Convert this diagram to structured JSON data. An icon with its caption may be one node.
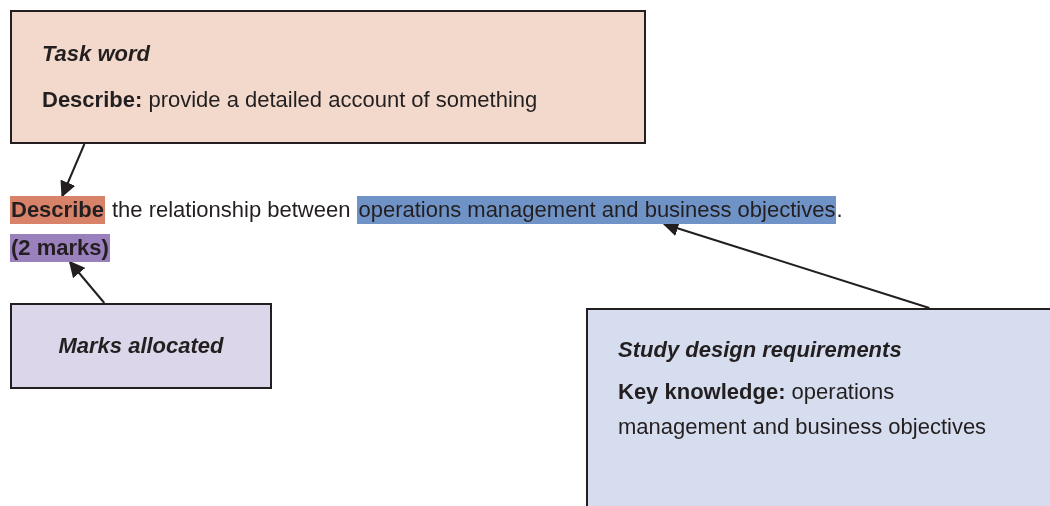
{
  "diagram": {
    "nodes": [
      {
        "text": [
          "Task word",
          "**Describe:** provide a detailed account of something"
        ]
      },
      {
        "text": [
          "Describe"
        ]
      },
      {
        "text": [
          "operations management and business objectives"
        ]
      },
      {
        "text": [
          "(2 marks)"
        ]
      },
      {
        "text": [
          "Marks allocated"
        ]
      },
      {
        "text": [
          "Study design requirements",
          "**Key knowledge:** operations management and business objectives"
        ]
      }
    ],
    "edges": [
      {
        "from": 0,
        "to": 1,
        "arrow": "to"
      },
      {
        "from": 4,
        "to": 3,
        "arrow": "to"
      },
      {
        "from": 5,
        "to": 2,
        "arrow": "to"
      }
    ],
    "labels": [
      "the relationship between",
      "."
    ]
  }
}
